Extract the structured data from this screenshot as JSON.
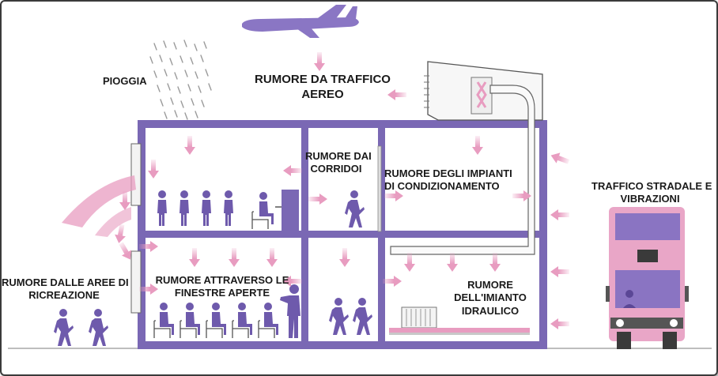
{
  "labels": {
    "rain": "PIOGGIA",
    "air_traffic_1": "RUMORE DA TRAFFICO",
    "air_traffic_2": "AEREO",
    "corridors_1": "RUMORE DAI",
    "corridors_2": "CORRIDOI",
    "hvac_1": "RUMORE DEGLI IMPIANTI",
    "hvac_2": "DI CONDIZIONAMENTO",
    "road_1": "TRAFFICO STRADALE E",
    "road_2": "VIBRAZIONI",
    "recreation_1": "RUMORE DALLE AREE DI",
    "recreation_2": "RICREAZIONE",
    "windows_1": "RUMORE ATTRAVERSO LE",
    "windows_2": "FINESTRE APERTE",
    "plumbing_1": "RUMORE",
    "plumbing_2": "DELL'IMIANTO",
    "plumbing_3": "IDRAULICO"
  },
  "colors": {
    "structure": "#7a68b4",
    "figure": "#6e5aac",
    "arrow": "#e89cc0",
    "bus_body": "#e9a6c7",
    "bus_window": "#8a74c2"
  }
}
